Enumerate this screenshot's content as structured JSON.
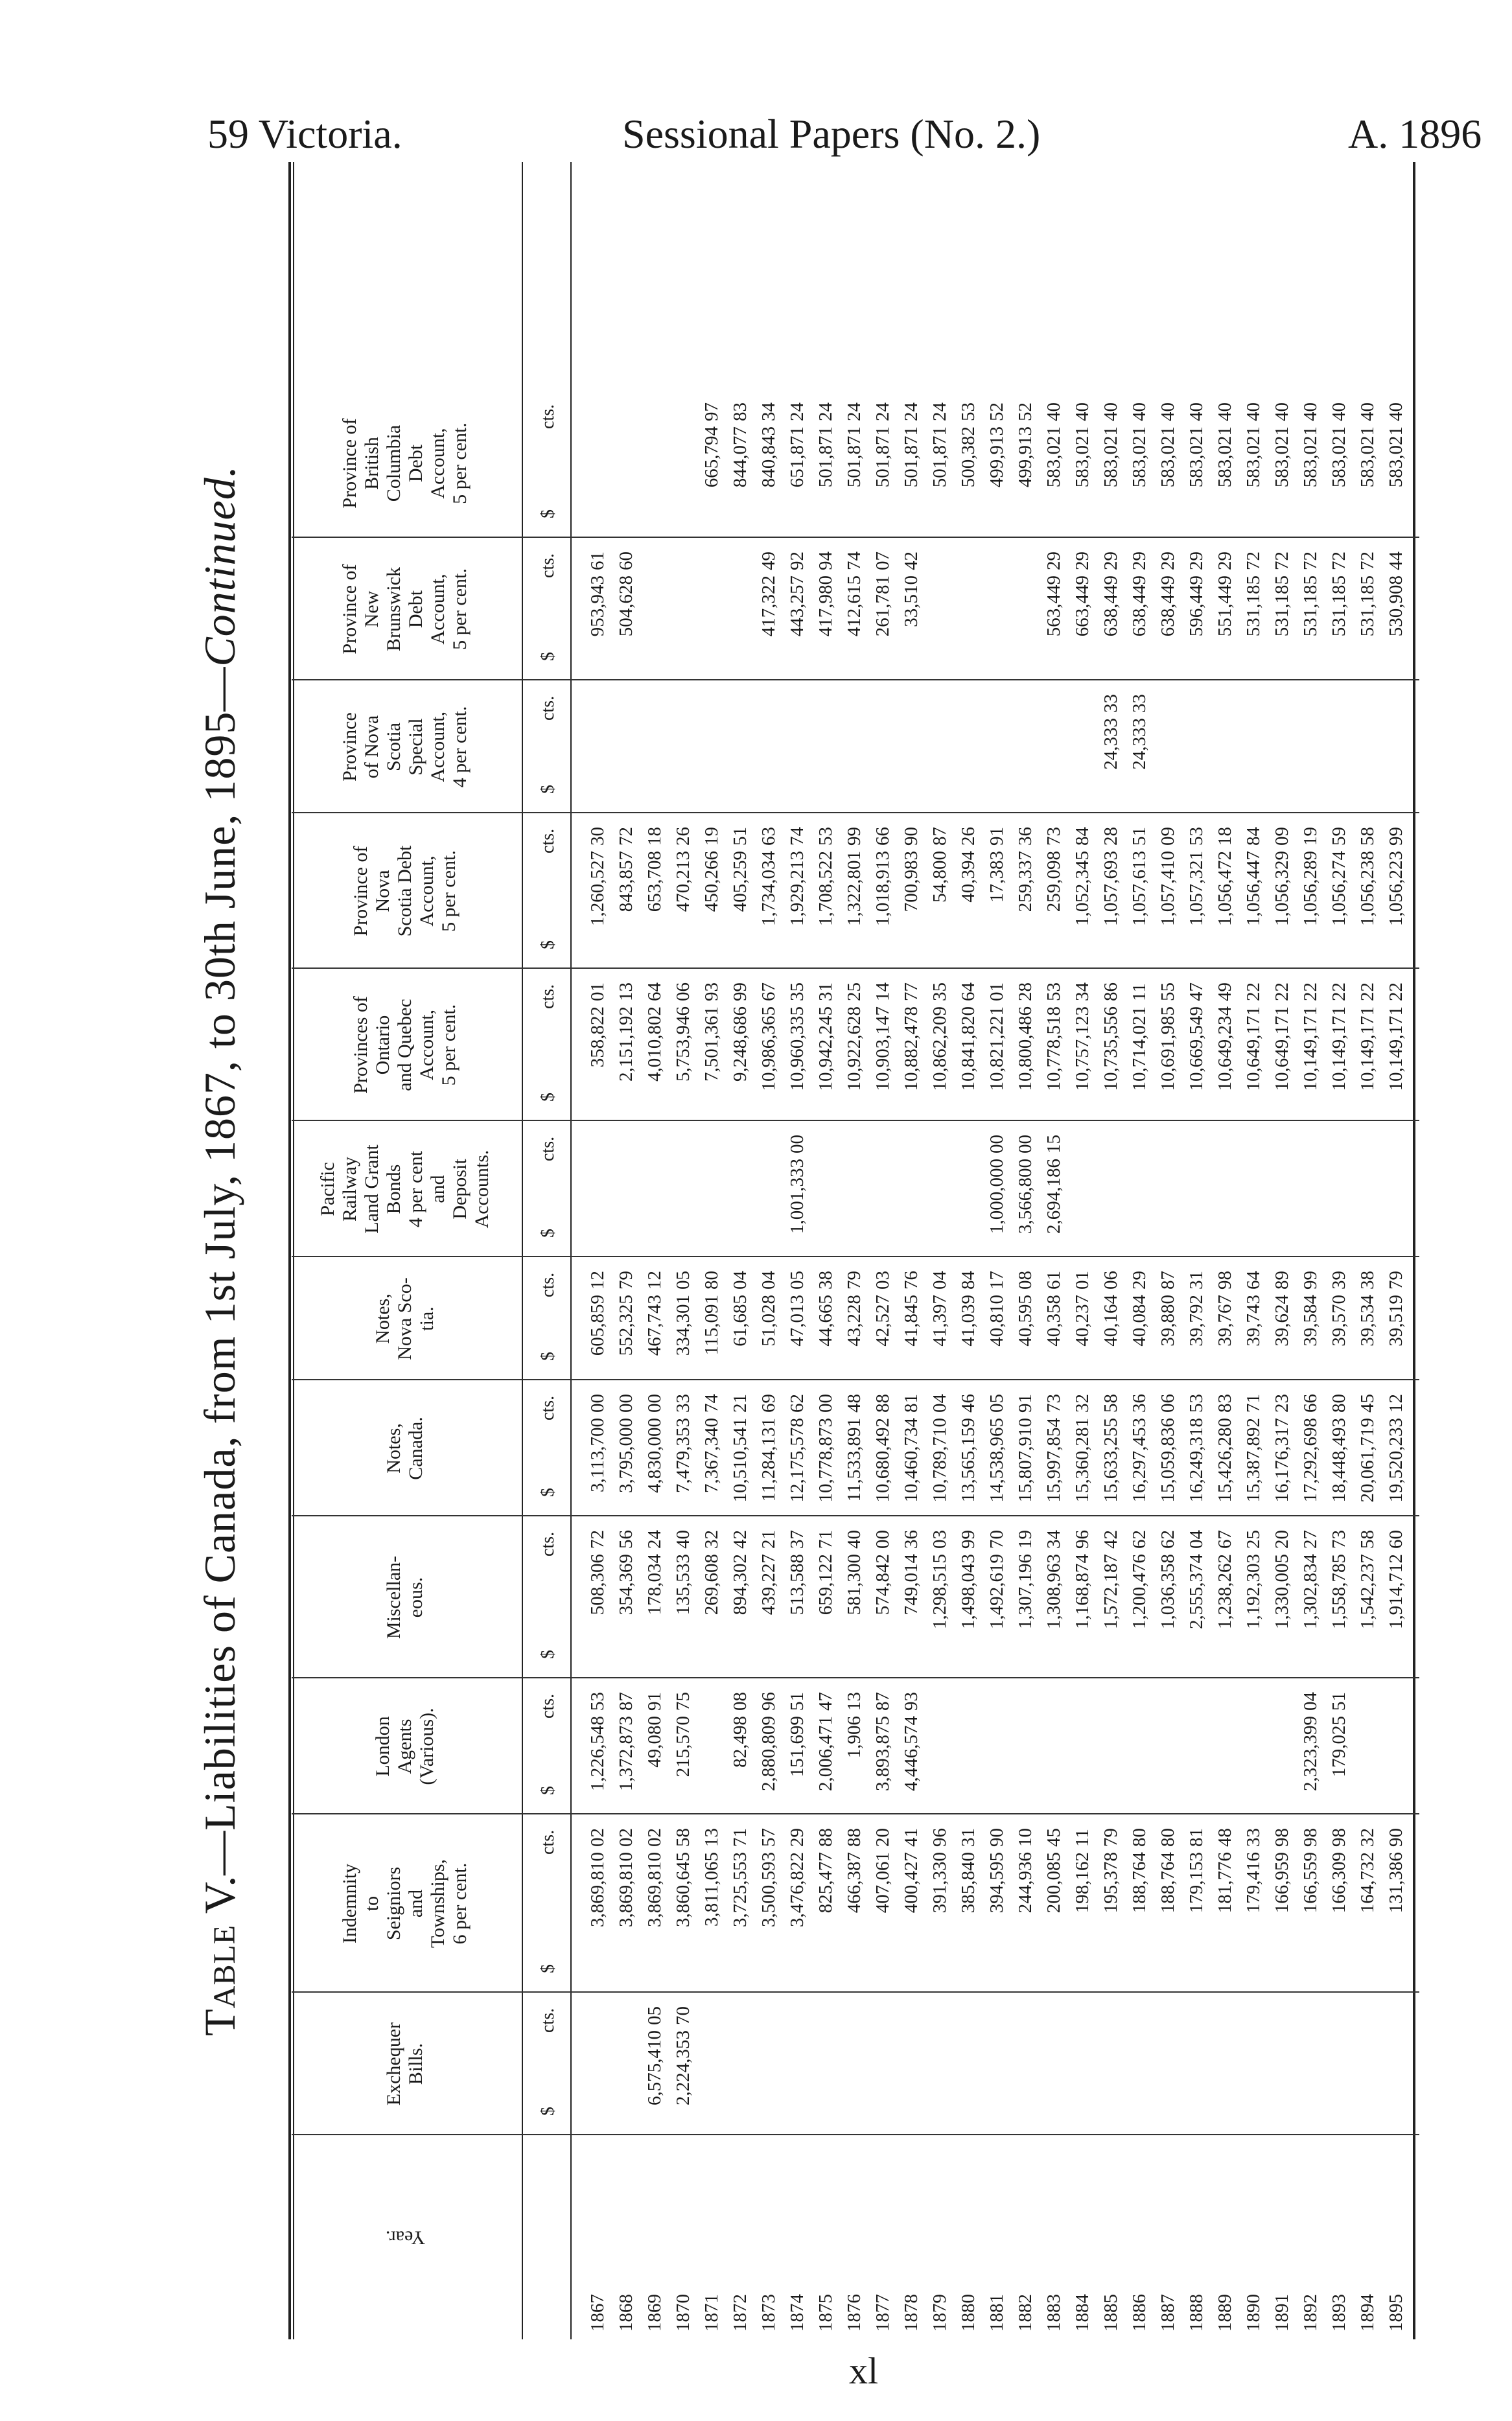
{
  "page_header": {
    "left": "59 Victoria.",
    "center": "Sessional Papers (No. 2.)",
    "right": "A. 1896"
  },
  "page_number": "xl",
  "table": {
    "title_prefix": "Table V.",
    "title_main": "—Liabilities of Canada, from 1st July, 1867, to 30th June, 1895—",
    "title_suffix": "Continued.",
    "columns": [
      "Year.",
      "Exchequer\nBills.",
      "Indemnity\nto\nSeigniors\nand\nTownships,\n6 per cent.",
      "London\nAgents\n(Various).",
      "Miscellan-\neous.",
      "Notes,\nCanada.",
      "Notes,\nNova Sco-\ntia.",
      "Pacific\nRailway\nLand Grant\nBonds\n4 per cent\nand\nDeposit\nAccounts.",
      "Provinces of\nOntario\nand Quebec\nAccount,\n5 per cent.",
      "Province of\nNova\nScotia Debt\nAccount,\n5 per cent.",
      "Province\nof Nova\nScotia\nSpecial\nAccount,\n4 per cent.",
      "Province of\nNew\nBrunswick\nDebt\nAccount,\n5 per cent.",
      "Province of\nBritish\nColumbia\nDebt\nAccount,\n5 per cent."
    ],
    "unit_dollar": "$",
    "unit_cents": "cts.",
    "rows": [
      [
        "1867",
        "",
        "",
        "3,869,810",
        "02",
        "1,226,548",
        "53",
        "508,306",
        "72",
        "3,113,700",
        "00",
        "605,859",
        "12",
        "",
        "",
        "358,822",
        "01",
        "1,260,527",
        "30",
        "",
        "",
        "953,943",
        "61",
        "",
        ""
      ],
      [
        "1868",
        "",
        "",
        "3,869,810",
        "02",
        "1,372,873",
        "87",
        "354,369",
        "56",
        "3,795,000",
        "00",
        "552,325",
        "79",
        "",
        "",
        "2,151,192",
        "13",
        "843,857",
        "72",
        "",
        "",
        "504,628",
        "60",
        "",
        ""
      ],
      [
        "1869",
        "6,575,410",
        "05",
        "3,869,810",
        "02",
        "49,080",
        "91",
        "178,034",
        "24",
        "4,830,000",
        "00",
        "467,743",
        "12",
        "",
        "",
        "4,010,802",
        "64",
        "653,708",
        "18",
        "",
        "",
        "",
        "",
        "",
        ""
      ],
      [
        "1870",
        "2,224,353",
        "70",
        "3,860,645",
        "58",
        "215,570",
        "75",
        "135,533",
        "40",
        "7,479,353",
        "33",
        "334,301",
        "05",
        "",
        "",
        "5,753,946",
        "06",
        "470,213",
        "26",
        "",
        "",
        "",
        "",
        "",
        ""
      ],
      [
        "1871",
        "",
        "",
        "3,811,065",
        "13",
        "",
        "",
        "269,608",
        "32",
        "7,367,340",
        "74",
        "115,091",
        "80",
        "",
        "",
        "7,501,361",
        "93",
        "450,266",
        "19",
        "",
        "",
        "",
        "",
        "665,794",
        "97"
      ],
      [
        "1872",
        "",
        "",
        "3,725,553",
        "71",
        "82,498",
        "08",
        "894,302",
        "42",
        "10,510,541",
        "21",
        "61,685",
        "04",
        "",
        "",
        "9,248,686",
        "99",
        "405,259",
        "51",
        "",
        "",
        "",
        "",
        "844,077",
        "83"
      ],
      [
        "1873",
        "",
        "",
        "3,500,593",
        "57",
        "2,880,809",
        "96",
        "439,227",
        "21",
        "11,284,131",
        "69",
        "51,028",
        "04",
        "",
        "",
        "10,986,365",
        "67",
        "1,734,034",
        "63",
        "",
        "",
        "417,322",
        "49",
        "840,843",
        "34"
      ],
      [
        "1874",
        "",
        "",
        "3,476,822",
        "29",
        "151,699",
        "51",
        "513,588",
        "37",
        "12,175,578",
        "62",
        "47,013",
        "05",
        "1,001,333",
        "00",
        "10,960,335",
        "35",
        "1,929,213",
        "74",
        "",
        "",
        "443,257",
        "92",
        "651,871",
        "24"
      ],
      [
        "1875",
        "",
        "",
        "825,477",
        "88",
        "2,006,471",
        "47",
        "659,122",
        "71",
        "10,778,873",
        "00",
        "44,665",
        "38",
        "",
        "",
        "10,942,245",
        "31",
        "1,708,522",
        "53",
        "",
        "",
        "417,980",
        "94",
        "501,871",
        "24"
      ],
      [
        "1876",
        "",
        "",
        "466,387",
        "88",
        "1,906",
        "13",
        "581,300",
        "40",
        "11,533,891",
        "48",
        "43,228",
        "79",
        "",
        "",
        "10,922,628",
        "25",
        "1,322,801",
        "99",
        "",
        "",
        "412,615",
        "74",
        "501,871",
        "24"
      ],
      [
        "1877",
        "",
        "",
        "407,061",
        "20",
        "3,893,875",
        "87",
        "574,842",
        "00",
        "10,680,492",
        "88",
        "42,527",
        "03",
        "",
        "",
        "10,903,147",
        "14",
        "1,018,913",
        "66",
        "",
        "",
        "261,781",
        "07",
        "501,871",
        "24"
      ],
      [
        "1878",
        "",
        "",
        "400,427",
        "41",
        "4,446,574",
        "93",
        "749,014",
        "36",
        "10,460,734",
        "81",
        "41,845",
        "76",
        "",
        "",
        "10,882,478",
        "77",
        "700,983",
        "90",
        "",
        "",
        "33,510",
        "42",
        "501,871",
        "24"
      ],
      [
        "1879",
        "",
        "",
        "391,330",
        "96",
        "",
        "",
        "1,298,515",
        "03",
        "10,789,710",
        "04",
        "41,397",
        "04",
        "",
        "",
        "10,862,209",
        "35",
        "54,800",
        "87",
        "",
        "",
        "",
        "",
        "501,871",
        "24"
      ],
      [
        "1880",
        "",
        "",
        "385,840",
        "31",
        "",
        "",
        "1,498,043",
        "99",
        "13,565,159",
        "46",
        "41,039",
        "84",
        "",
        "",
        "10,841,820",
        "64",
        "40,394",
        "26",
        "",
        "",
        "",
        "",
        "500,382",
        "53"
      ],
      [
        "1881",
        "",
        "",
        "394,595",
        "90",
        "",
        "",
        "1,492,619",
        "70",
        "14,538,965",
        "05",
        "40,810",
        "17",
        "1,000,000",
        "00",
        "10,821,221",
        "01",
        "17,383",
        "91",
        "",
        "",
        "",
        "",
        "499,913",
        "52"
      ],
      [
        "1882",
        "",
        "",
        "244,936",
        "10",
        "",
        "",
        "1,307,196",
        "19",
        "15,807,910",
        "91",
        "40,595",
        "08",
        "3,566,800",
        "00",
        "10,800,486",
        "28",
        "259,337",
        "36",
        "",
        "",
        "",
        "",
        "499,913",
        "52"
      ],
      [
        "1883",
        "",
        "",
        "200,085",
        "45",
        "",
        "",
        "1,308,963",
        "34",
        "15,997,854",
        "73",
        "40,358",
        "61",
        "2,694,186",
        "15",
        "10,778,518",
        "53",
        "259,098",
        "73",
        "",
        "",
        "563,449",
        "29",
        "583,021",
        "40"
      ],
      [
        "1884",
        "",
        "",
        "198,162",
        "11",
        "",
        "",
        "1,168,874",
        "96",
        "15,360,281",
        "32",
        "40,237",
        "01",
        "",
        "",
        "10,757,123",
        "34",
        "1,052,345",
        "84",
        "",
        "",
        "663,449",
        "29",
        "583,021",
        "40"
      ],
      [
        "1885",
        "",
        "",
        "195,378",
        "79",
        "",
        "",
        "1,572,187",
        "42",
        "15,633,255",
        "58",
        "40,164",
        "06",
        "",
        "",
        "10,735,556",
        "86",
        "1,057,693",
        "28",
        "24,333",
        "33",
        "638,449",
        "29",
        "583,021",
        "40"
      ],
      [
        "1886",
        "",
        "",
        "188,764",
        "80",
        "",
        "",
        "1,200,476",
        "62",
        "16,297,453",
        "36",
        "40,084",
        "29",
        "",
        "",
        "10,714,021",
        "11",
        "1,057,613",
        "51",
        "24,333",
        "33",
        "638,449",
        "29",
        "583,021",
        "40"
      ],
      [
        "1887",
        "",
        "",
        "188,764",
        "80",
        "",
        "",
        "1,036,358",
        "62",
        "15,059,836",
        "06",
        "39,880",
        "87",
        "",
        "",
        "10,691,985",
        "55",
        "1,057,410",
        "09",
        "",
        "",
        "638,449",
        "29",
        "583,021",
        "40"
      ],
      [
        "1888",
        "",
        "",
        "179,153",
        "81",
        "",
        "",
        "2,555,374",
        "04",
        "16,249,318",
        "53",
        "39,792",
        "31",
        "",
        "",
        "10,669,549",
        "47",
        "1,057,321",
        "53",
        "",
        "",
        "596,449",
        "29",
        "583,021",
        "40"
      ],
      [
        "1889",
        "",
        "",
        "181,776",
        "48",
        "",
        "",
        "1,238,262",
        "67",
        "15,426,280",
        "83",
        "39,767",
        "98",
        "",
        "",
        "10,649,234",
        "49",
        "1,056,472",
        "18",
        "",
        "",
        "551,449",
        "29",
        "583,021",
        "40"
      ],
      [
        "1890",
        "",
        "",
        "179,416",
        "33",
        "",
        "",
        "1,192,303",
        "25",
        "15,387,892",
        "71",
        "39,743",
        "64",
        "",
        "",
        "10,649,171",
        "22",
        "1,056,447",
        "84",
        "",
        "",
        "531,185",
        "72",
        "583,021",
        "40"
      ],
      [
        "1891",
        "",
        "",
        "166,959",
        "98",
        "",
        "",
        "1,330,005",
        "20",
        "16,176,317",
        "23",
        "39,624",
        "89",
        "",
        "",
        "10,649,171",
        "22",
        "1,056,329",
        "09",
        "",
        "",
        "531,185",
        "72",
        "583,021",
        "40"
      ],
      [
        "1892",
        "",
        "",
        "166,559",
        "98",
        "2,323,399",
        "04",
        "1,302,834",
        "27",
        "17,292,698",
        "66",
        "39,584",
        "99",
        "",
        "",
        "10,149,171",
        "22",
        "1,056,289",
        "19",
        "",
        "",
        "531,185",
        "72",
        "583,021",
        "40"
      ],
      [
        "1893",
        "",
        "",
        "166,309",
        "98",
        "179,025",
        "51",
        "1,558,785",
        "73",
        "18,448,493",
        "80",
        "39,570",
        "39",
        "",
        "",
        "10,149,171",
        "22",
        "1,056,274",
        "59",
        "",
        "",
        "531,185",
        "72",
        "583,021",
        "40"
      ],
      [
        "1894",
        "",
        "",
        "164,732",
        "32",
        "",
        "",
        "1,542,237",
        "58",
        "20,061,719",
        "45",
        "39,534",
        "38",
        "",
        "",
        "10,149,171",
        "22",
        "1,056,238",
        "58",
        "",
        "",
        "531,185",
        "72",
        "583,021",
        "40"
      ],
      [
        "1895",
        "",
        "",
        "131,386",
        "90",
        "",
        "",
        "1,914,712",
        "60",
        "19,520,233",
        "12",
        "39,519",
        "79",
        "",
        "",
        "10,149,171",
        "22",
        "1,056,223",
        "99",
        "",
        "",
        "530,908",
        "44",
        "583,021",
        "40"
      ]
    ]
  }
}
